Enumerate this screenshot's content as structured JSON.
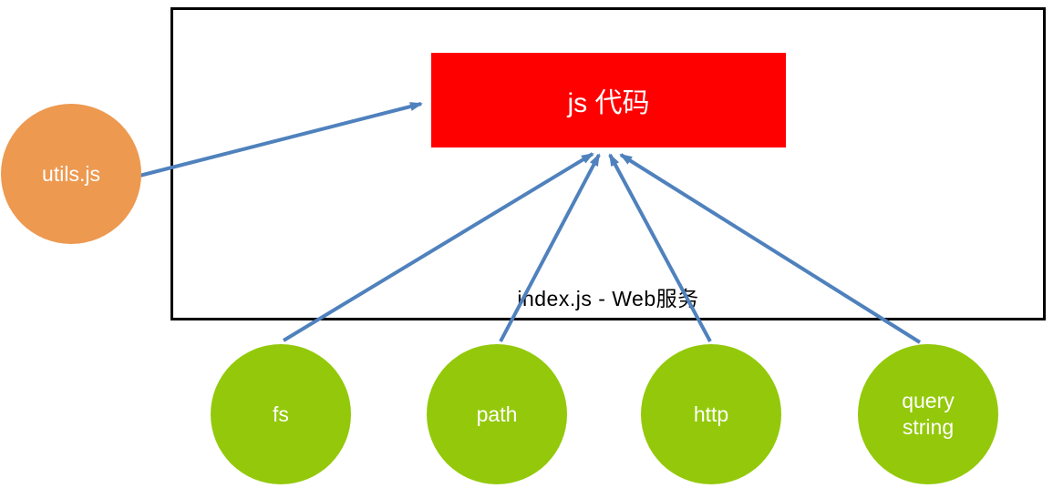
{
  "diagram": {
    "boundary_label": "index.js - Web服务",
    "main_node": {
      "label": "js 代码"
    },
    "external_node": {
      "label": "utils.js"
    },
    "module_nodes": [
      {
        "label": "fs"
      },
      {
        "label": "path"
      },
      {
        "label": "http"
      },
      {
        "label": "query string"
      }
    ]
  },
  "colors": {
    "main_node_fill": "#FF0000",
    "external_node_fill": "#ED9950",
    "module_node_fill": "#93C90A",
    "arrow": "#4F81BD",
    "boundary_border": "#000000",
    "node_text": "#FFFFFF",
    "boundary_text": "#000000"
  }
}
